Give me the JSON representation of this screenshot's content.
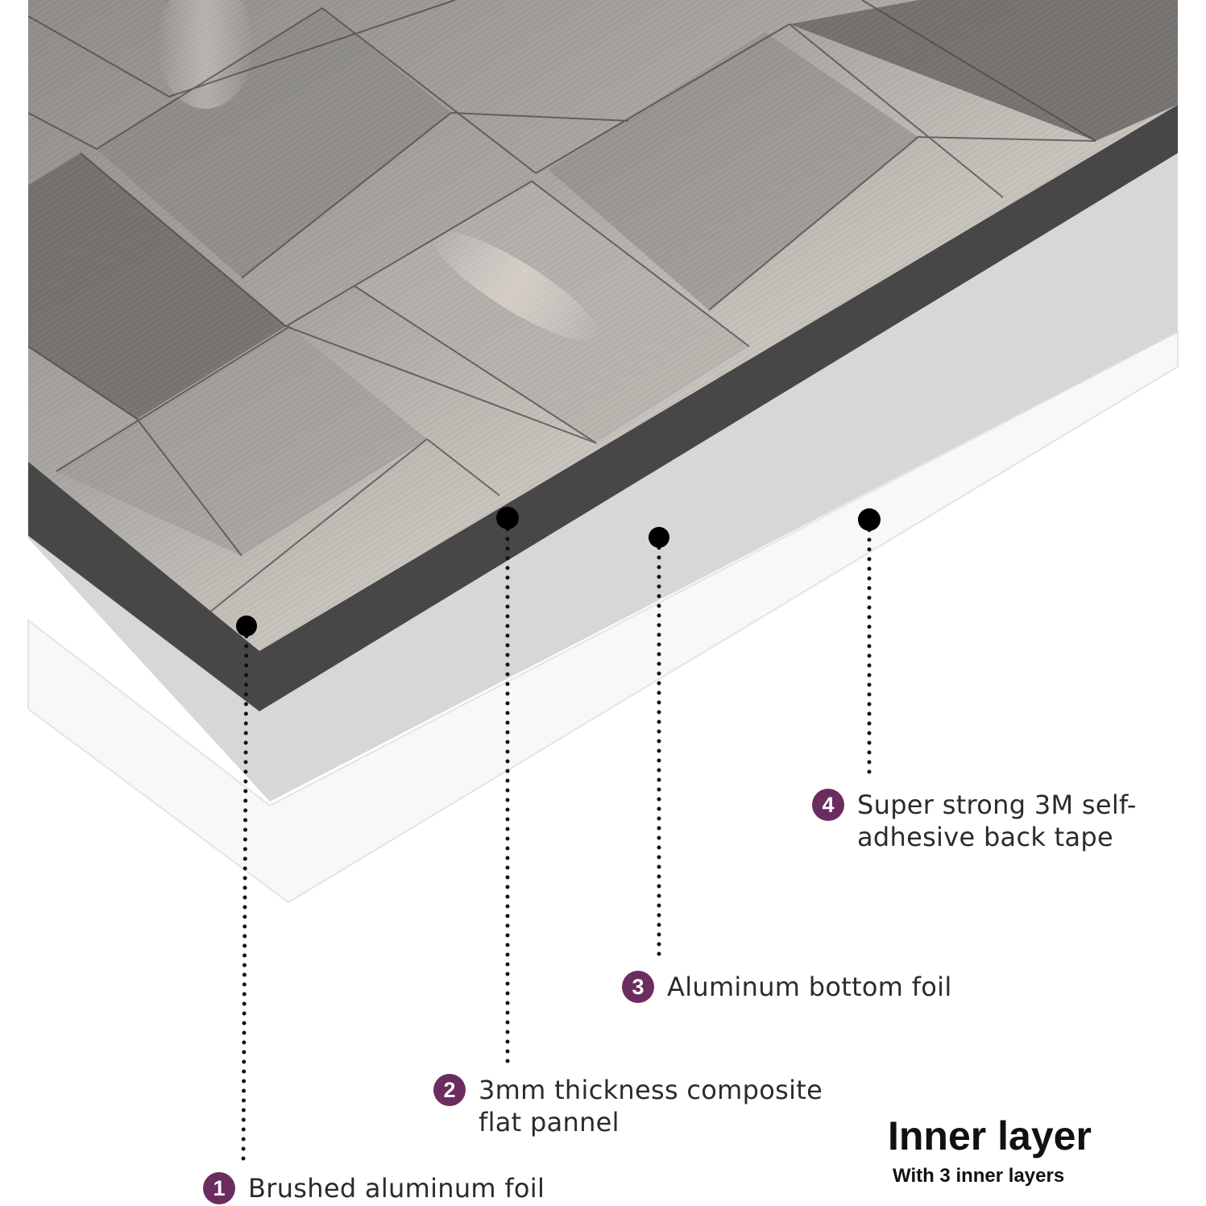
{
  "colors": {
    "badge": "#6b2c5f",
    "metal_light": "#a9a6a3",
    "metal_dark": "#6f6c69",
    "core": "#474747",
    "bottom_foil": "#d6d6d6",
    "tape": "#f7f7f7"
  },
  "callouts": [
    {
      "number": "1",
      "label": "Brushed aluminum foil"
    },
    {
      "number": "2",
      "label": "3mm thickness composite flat pannel"
    },
    {
      "number": "3",
      "label": "Aluminum bottom foil"
    },
    {
      "number": "4",
      "label": "Super strong 3M self-adhesive back tape"
    }
  ],
  "inner": {
    "title": "Inner layer",
    "subtitle": "With 3 inner layers"
  }
}
